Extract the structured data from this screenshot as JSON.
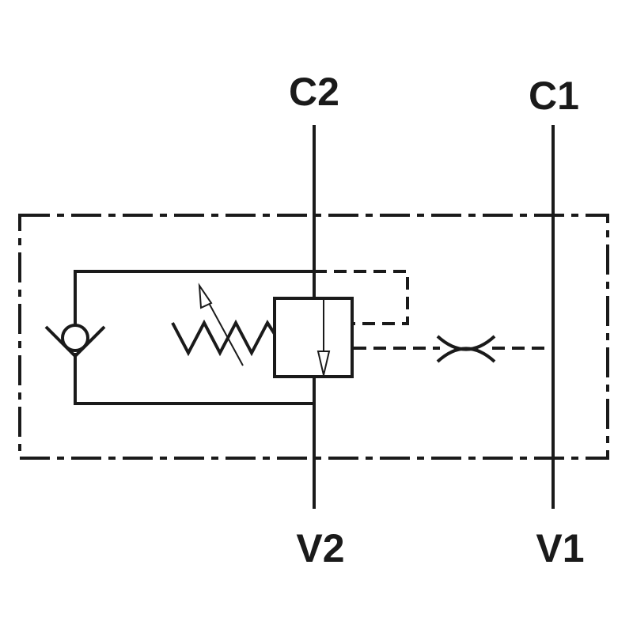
{
  "diagram": {
    "ports": {
      "c2": "C2",
      "c1": "C1",
      "v2": "V2",
      "v1": "V1"
    },
    "colors": {
      "ink": "#1a1a1a",
      "background": "#ffffff"
    },
    "icons": {
      "check_valve": "check-valve-icon",
      "spring": "adjustable-spring-icon",
      "valve_body": "valve-spool-icon",
      "orifice": "orifice-restrictor-icon"
    }
  }
}
